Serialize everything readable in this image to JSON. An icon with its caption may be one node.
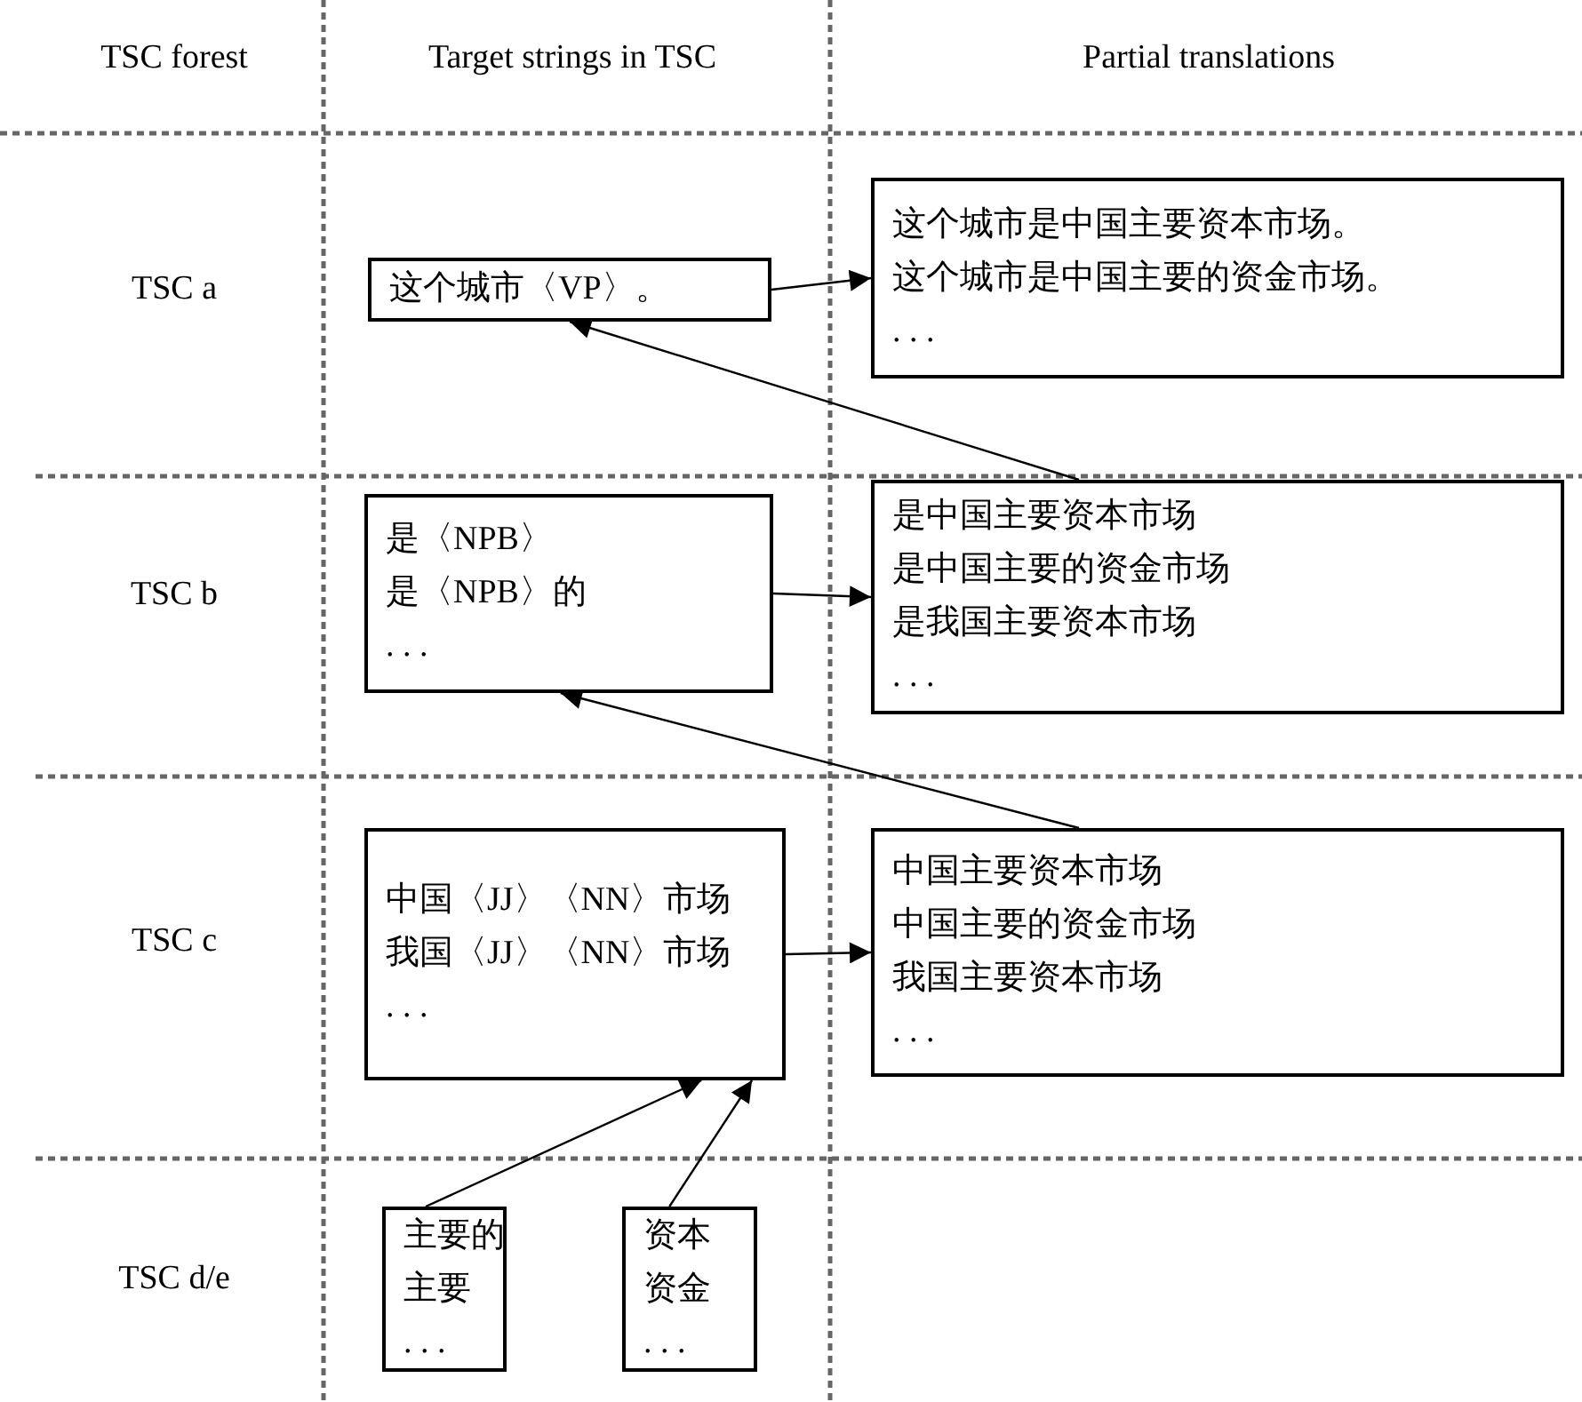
{
  "diagram": {
    "nodes": [
      {
        "text": [
          "这个城市〈VP〉。"
        ]
      },
      {
        "text": [
          "这个城市是中国主要资本市场。",
          "这个城市是中国主要的资金市场。",
          ". . ."
        ]
      },
      {
        "text": [
          "是〈NPB〉",
          "是〈NPB〉的",
          ". . ."
        ]
      },
      {
        "text": [
          "是中国主要资本市场",
          "是中国主要的资金市场",
          "是我国主要资本市场",
          ". . ."
        ]
      },
      {
        "text": [
          "中国〈JJ〉〈NN〉市场",
          "我国〈JJ〉〈NN〉市场",
          ". . ."
        ]
      },
      {
        "text": [
          "中国主要资本市场",
          "中国主要的资金市场",
          "我国主要资本市场",
          ". . ."
        ]
      },
      {
        "text": [
          "主要的",
          "主要",
          ". . ."
        ]
      },
      {
        "text": [
          "资本",
          "资金",
          ". . ."
        ]
      }
    ],
    "edges": [
      {
        "from": 0,
        "to": 1,
        "arrow": "to"
      },
      {
        "from": 3,
        "to": 0,
        "arrow": "to"
      },
      {
        "from": 2,
        "to": 3,
        "arrow": "to"
      },
      {
        "from": 5,
        "to": 2,
        "arrow": "to"
      },
      {
        "from": 4,
        "to": 5,
        "arrow": "to"
      },
      {
        "from": 6,
        "to": 4,
        "arrow": "to"
      },
      {
        "from": 7,
        "to": 4,
        "arrow": "to"
      }
    ],
    "labels": [
      "TSC forest",
      "Target strings in TSC",
      "Partial translations",
      "TSC a",
      "TSC b",
      "TSC c",
      "TSC d/e"
    ]
  }
}
